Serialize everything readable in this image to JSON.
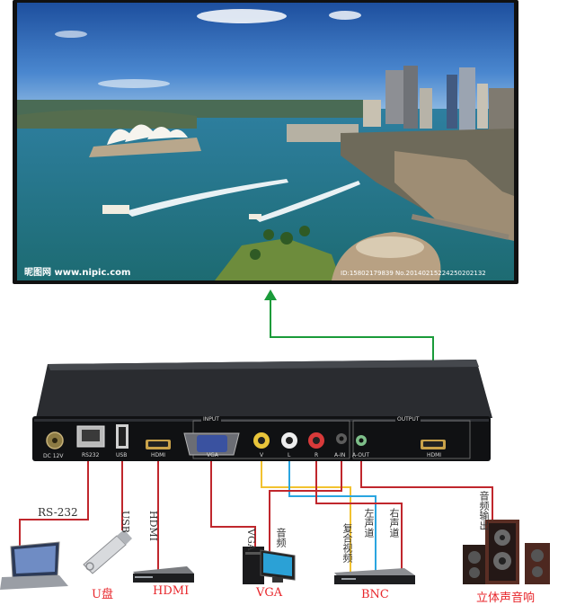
{
  "display": {
    "watermark_left": "昵图网 www.nipic.com",
    "watermark_right": "ID:15802179839 No.20140215224250202132"
  },
  "box": {
    "power_label": "DC 12V",
    "input_label": "INPUT",
    "output_label": "OUTPUT",
    "ports": [
      "RS232",
      "USB",
      "HDMI",
      "VGA",
      "V",
      "L",
      "R",
      "A-IN",
      "A-OUT",
      "HDMI"
    ]
  },
  "devices": {
    "usb_drive": "U盘",
    "hdmi_player": "HDMI",
    "vga_pc": "VGA",
    "bnc_device": "BNC",
    "speakers": "立体声音响"
  },
  "cables": {
    "rs232": "RS-232",
    "usb": "USB",
    "hdmi": "HDMI",
    "vga": "VGA",
    "audio": "音频",
    "composite": "复合视频",
    "left_channel": "左声道",
    "right_channel": "右声道",
    "audio_out": "音频输出"
  },
  "colors": {
    "red_line": "#c0272d",
    "green_line": "#1a9b3a",
    "yellow_line": "#f2c230",
    "blue_line": "#2aa5e0",
    "label_red": "#e8262b"
  }
}
